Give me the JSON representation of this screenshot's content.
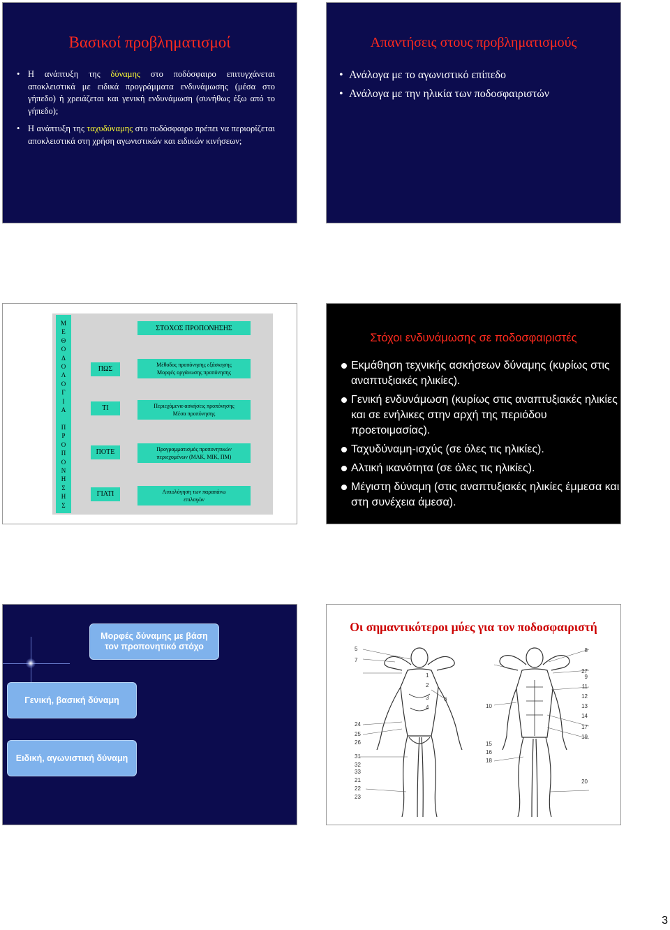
{
  "slide1": {
    "title": "Βασικοί προβληματισμοί",
    "b1_pre": "Η ανάπτυξη της ",
    "b1_hl": "δύναμης",
    "b1_post": " στο ποδόσφαιρο επιτυγχάνεται αποκλειστικά με ειδικά προγράμματα ενδυνάμωσης (μέσα στο γήπεδο) ή χρειάζεται και γενική ενδυνάμωση (συνήθως έξω από το γήπεδο);",
    "b2_pre": "Η ανάπτυξη της ",
    "b2_hl": "ταχυδύναμης",
    "b2_post": " στο ποδόσφαιρο πρέπει να περιορίζεται αποκλειστικά στη χρήση αγωνιστικών και ειδικών κινήσεων;"
  },
  "slide2": {
    "title": "Απαντήσεις στους προβληματισμούς",
    "items": [
      "Ανάλογα με το αγωνιστικό επίπεδο",
      "Ανάλογα με την ηλικία των ποδοσφαιριστών"
    ]
  },
  "slide3": {
    "vertical": [
      "Μ",
      "Ε",
      "Θ",
      "Ο",
      "Δ",
      "Ο",
      "Λ",
      "Ο",
      "Γ",
      "Ι",
      "Α",
      "",
      "Π",
      "Ρ",
      "Ο",
      "Π",
      "Ο",
      "Ν",
      "Η",
      "Σ",
      "Η",
      "Σ"
    ],
    "left": [
      "ΠΩΣ",
      "ΤΙ",
      "ΠΟΤΕ",
      "ΓΙΑΤΙ"
    ],
    "goal": "ΣΤΟΧΟΣ ΠΡΟΠΟΝΗΣΗΣ",
    "box1": [
      "Μέθοδος προπόνησης εξάσκησης",
      "Μορφές οργάνωσης προπόνησης"
    ],
    "box2": [
      "Περιεχόμενα-ασκήσεις προπόνησης",
      "Μέσα προπόνησης"
    ],
    "box3": [
      "Προγραμματισμός προπονητικών",
      "περιεχομένων (ΜΑΚ, ΜΙΚ, ΠΜ)"
    ],
    "box4": [
      "Αιτιολόγηση των παραπάνω",
      "επιλογών"
    ]
  },
  "slide4": {
    "title": "Στόχοι ενδυνάμωσης σε ποδοσφαιριστές",
    "items": [
      "Εκμάθηση τεχνικής ασκήσεων δύναμης (κυρίως στις αναπτυξιακές ηλικίες).",
      "Γενική ενδυνάμωση (κυρίως στις αναπτυξιακές ηλικίες και σε ενήλικες στην αρχή της περιόδου προετοιμασίας).",
      "Ταχυδύναμη-ισχύς (σε όλες τις ηλικίες).",
      "Αλτική ικανότητα (σε όλες τις ηλικίες).",
      "Μέγιστη δύναμη (στις αναπτυξιακές ηλικίες έμμεσα και στη συνέχεια άμεσα)."
    ]
  },
  "slide5": {
    "box1": "Μορφές δύναμης με βάση τον προπονητικό στόχο",
    "box2": "Γενική, βασική δύναμη",
    "box3": "Ειδική, αγωνιστική δύναμη"
  },
  "slide6": {
    "title": "Οι σημαντικότεροι μύες για τον ποδοσφαιριστή",
    "numbers": [
      "5",
      "1",
      "2",
      "3",
      "4",
      "6",
      "7",
      "8",
      "9",
      "10",
      "11",
      "12",
      "13",
      "14",
      "15",
      "16",
      "17",
      "18",
      "19",
      "20",
      "21",
      "22",
      "23",
      "24",
      "25",
      "26",
      "27",
      "31",
      "32",
      "33"
    ]
  },
  "page_number": "3",
  "colors": {
    "navy": "#0c0c4e",
    "title_red": "#ff2a1e",
    "highlight_yellow": "#ffff33",
    "teal_box": "#2bd5b4",
    "blue_box": "#7fb2ec"
  }
}
